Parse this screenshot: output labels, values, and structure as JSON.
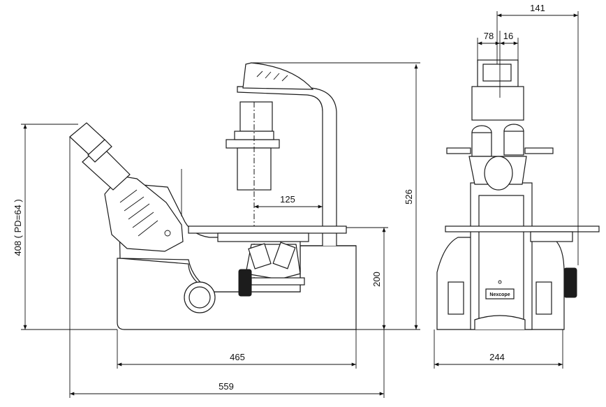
{
  "drawing": {
    "side_view": {
      "dim_total_height": "408 ( PD=64 )",
      "dim_overall_height": "526",
      "dim_stage_height": "200",
      "dim_optical_offset": "125",
      "dim_base_length": "465",
      "dim_overall_length": "559"
    },
    "front_view": {
      "dim_total_width": "141",
      "dim_eyepiece_a": "78",
      "dim_eyepiece_b": "16",
      "dim_base_width": "244",
      "brand_label": "Nexcope"
    }
  }
}
